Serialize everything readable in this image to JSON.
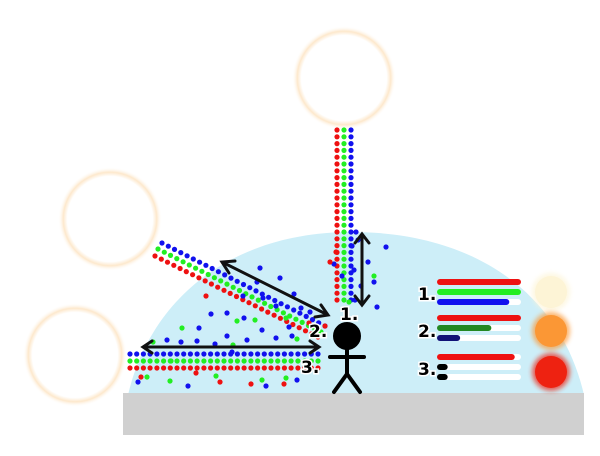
{
  "diagram": {
    "colors": {
      "sky_dome": "#cdeef8",
      "ground": "#d0d0d0",
      "sun": "#ffffff",
      "sun_glow": "#fbe3c4",
      "red": "#ee1111",
      "green": "#22ee22",
      "blue": "#1111ee",
      "dark_green": "#228822",
      "dark_blue": "#111177",
      "arrow": "#111111",
      "person": "#000000"
    },
    "paths": [
      {
        "label": "1."
      },
      {
        "label": "2."
      },
      {
        "label": "3."
      }
    ],
    "legend": [
      {
        "label": "1.",
        "bars": [
          {
            "color": "red",
            "level": 1.0
          },
          {
            "color": "green",
            "level": 1.0
          },
          {
            "color": "blue",
            "level": 0.85
          }
        ]
      },
      {
        "label": "2.",
        "bars": [
          {
            "color": "red",
            "level": 1.0
          },
          {
            "color": "dark_green",
            "level": 0.62
          },
          {
            "color": "dark_blue",
            "level": 0.22
          }
        ]
      },
      {
        "label": "3.",
        "bars": [
          {
            "color": "red",
            "level": 0.92
          },
          {
            "color": "black",
            "level": 0.06
          },
          {
            "color": "black",
            "level": 0.06
          }
        ]
      }
    ],
    "sky_swatches": [
      {
        "color": "#fdf4d6"
      },
      {
        "color": "#fb9735"
      },
      {
        "color": "#ee2211"
      }
    ]
  }
}
